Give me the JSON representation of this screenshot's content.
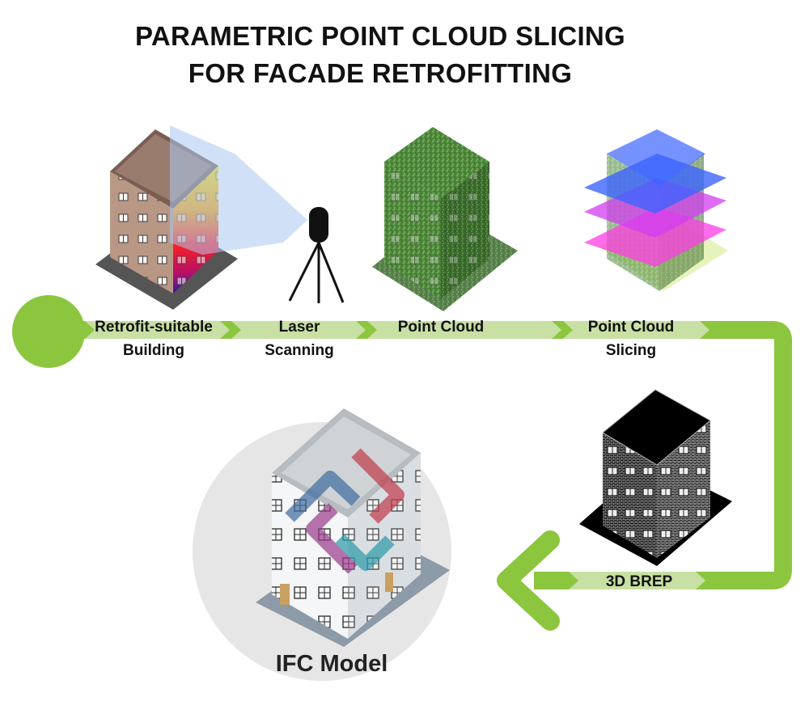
{
  "title": {
    "line1": "PARAMETRIC POINT CLOUD SLICING",
    "line2": "FOR FACADE RETROFITTING"
  },
  "steps": [
    {
      "line1": "Retrofit-suitable",
      "line2": "Building"
    },
    {
      "line1": "Laser",
      "line2": "Scanning"
    },
    {
      "line1": "Point Cloud",
      "line2": ""
    },
    {
      "line1": "Point Cloud",
      "line2": "Slicing"
    },
    {
      "line1": "3D BREP",
      "line2": ""
    }
  ],
  "result": {
    "label": "IFC Model"
  },
  "colors": {
    "flow_green": "#8cc63f",
    "chevron_green": "#c8e0a3",
    "circle_grey": "#e6e6e6",
    "slice_blue": "#3c64ff",
    "slice_magenta": "#d23cf0",
    "slice_pink": "#ff3ce6",
    "scan_cone": "#a9c8f0"
  },
  "icons": [
    "building-thermal-icon",
    "laser-scanner-icon",
    "point-cloud-building-icon",
    "sliced-point-cloud-icon",
    "brep-building-icon",
    "ifc-building-icon",
    "ifc-logo-icon"
  ]
}
